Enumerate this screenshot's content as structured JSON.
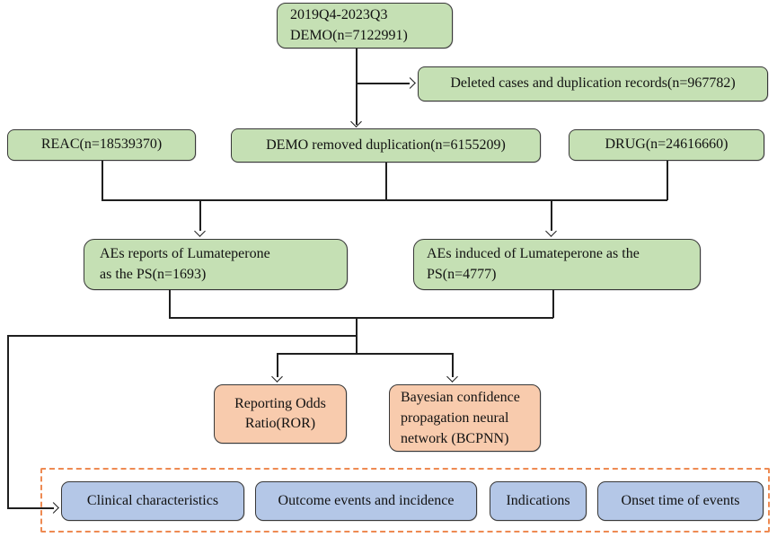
{
  "figure": {
    "type": "flowchart",
    "description_visible": false
  },
  "palette": {
    "node_green": "#c5e0b4",
    "node_orange": "#f8cbad",
    "node_blue": "#b4c7e7",
    "dashed_container_border": "#ed7d31",
    "node_border": "#383838",
    "connector": "#1f1f1f",
    "background": "#ffffff"
  },
  "nodes": {
    "demo_total": {
      "lines": [
        "2019Q4-2023Q3",
        "DEMO(n=7122991)"
      ]
    },
    "deleted": {
      "label": "Deleted cases and duplication records(n=967782)"
    },
    "reac": {
      "label": "REAC(n=18539370)"
    },
    "demo_removed": {
      "label": "DEMO removed duplication(n=6155209)"
    },
    "drug": {
      "label": "DRUG(n=24616660)"
    },
    "aes_reports": {
      "lines": [
        "AEs reports of Lumateperone",
        "as the PS(n=1693)"
      ]
    },
    "aes_induced": {
      "lines": [
        "AEs induced of Lumateperone as the",
        "PS(n=4777)"
      ]
    },
    "ror": {
      "lines": [
        "Reporting Odds",
        "Ratio(ROR)"
      ]
    },
    "bcpnn": {
      "lines": [
        "Bayesian confidence",
        "propagation neural",
        "network (BCPNN)"
      ]
    },
    "clinical": {
      "label": "Clinical characteristics"
    },
    "outcome": {
      "label": "Outcome events and incidence"
    },
    "indications": {
      "label": "Indications"
    },
    "onset": {
      "label": "Onset time of events"
    }
  }
}
